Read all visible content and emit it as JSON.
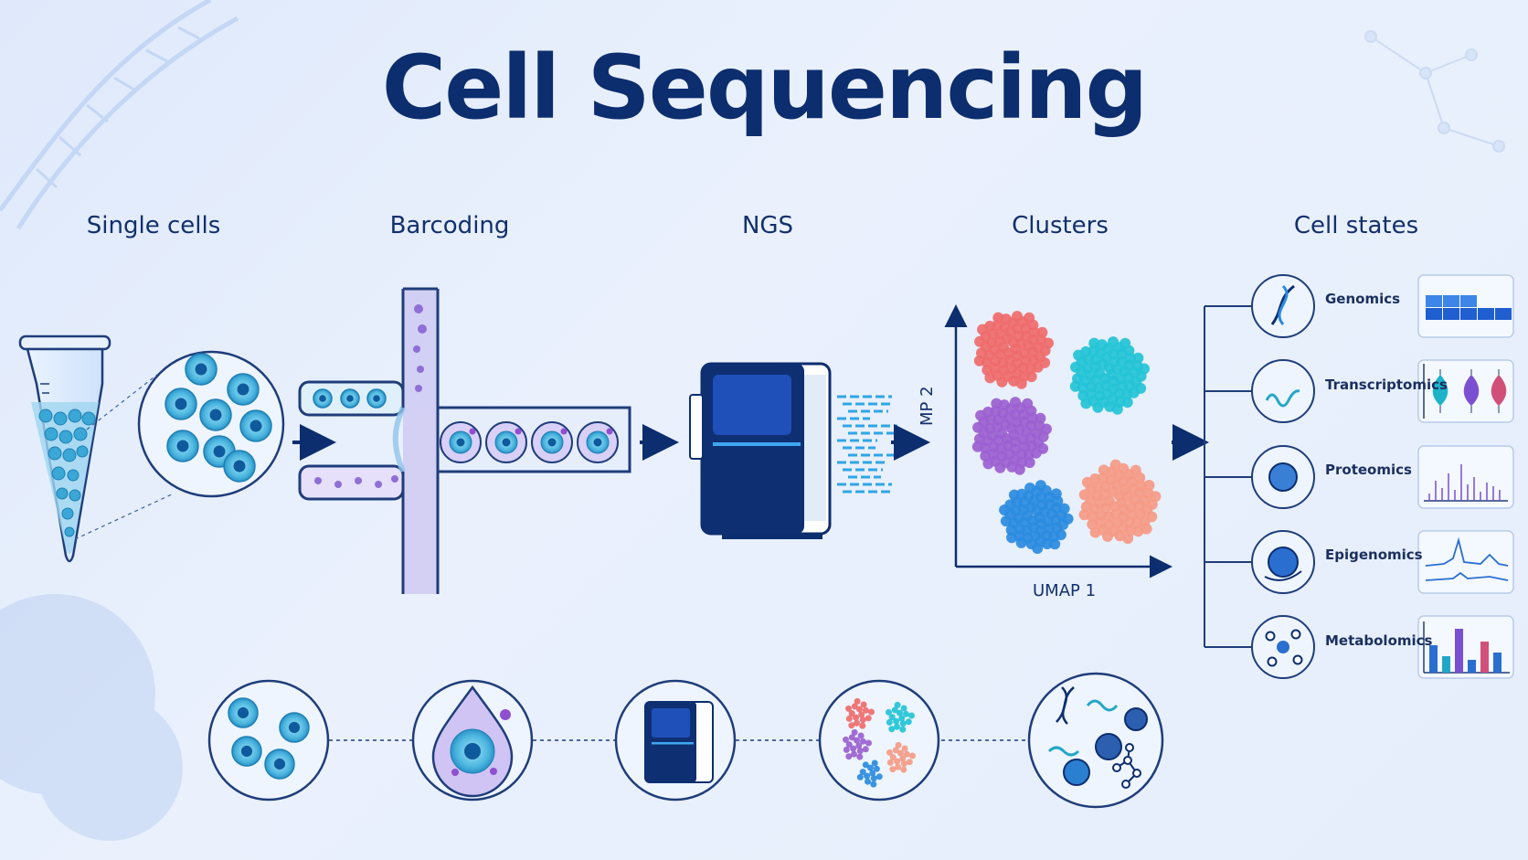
{
  "title": "Cell Sequencing",
  "steps": [
    {
      "label": "Single cells"
    },
    {
      "label": "Barcoding"
    },
    {
      "label": "NGS"
    },
    {
      "label": "Clusters"
    },
    {
      "label": "Cell states"
    }
  ],
  "umap": {
    "x_label": "UMAP 1",
    "y_label": "MP 2"
  },
  "omics": [
    {
      "label": "Genomics"
    },
    {
      "label": "Transcriptomics"
    },
    {
      "label": "Proteomics"
    },
    {
      "label": "Epigenomics"
    },
    {
      "label": "Metabolomics"
    }
  ],
  "colors": {
    "navy": "#0c2d6e",
    "cell": "#3aa7d6",
    "cluster_red": "#ef6b6b",
    "cluster_cyan": "#22c3d6",
    "cluster_purple": "#9b5fd0",
    "cluster_blue": "#2a8be0",
    "cluster_salmon": "#f59a86"
  }
}
